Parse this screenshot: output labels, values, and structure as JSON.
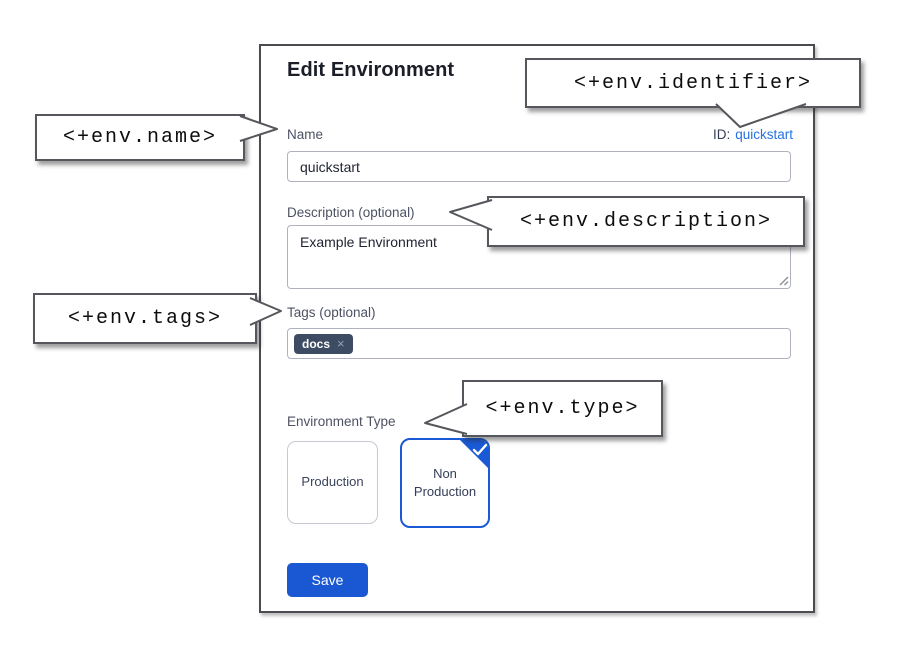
{
  "dialog": {
    "title": "Edit Environment",
    "fields": {
      "name": {
        "label": "Name",
        "value": "quickstart"
      },
      "identifier": {
        "label": "ID:",
        "value": "quickstart"
      },
      "description": {
        "label": "Description (optional)",
        "value": "Example Environment"
      },
      "tags": {
        "label": "Tags (optional)",
        "items": [
          {
            "label": "docs"
          }
        ]
      }
    },
    "environment_type": {
      "label": "Environment Type",
      "options": [
        {
          "label": "Production",
          "selected": false
        },
        {
          "label": "Non Production",
          "selected": true
        }
      ]
    },
    "save_label": "Save"
  },
  "callouts": {
    "name": "<+env.name>",
    "identifier": "<+env.identifier>",
    "description": "<+env.description>",
    "tags": "<+env.tags>",
    "type": "<+env.type>"
  },
  "icons": {
    "remove_tag": "×",
    "selected_check": "check"
  },
  "colors": {
    "primary_blue": "#1a57d2",
    "link_blue": "#2371e4",
    "selected_card_blue": "#1a5ad6",
    "tag_chip_bg": "#3e4c63",
    "label_text": "#4d5263",
    "title_text": "#1b1d29",
    "border_gray": "#55575c"
  }
}
